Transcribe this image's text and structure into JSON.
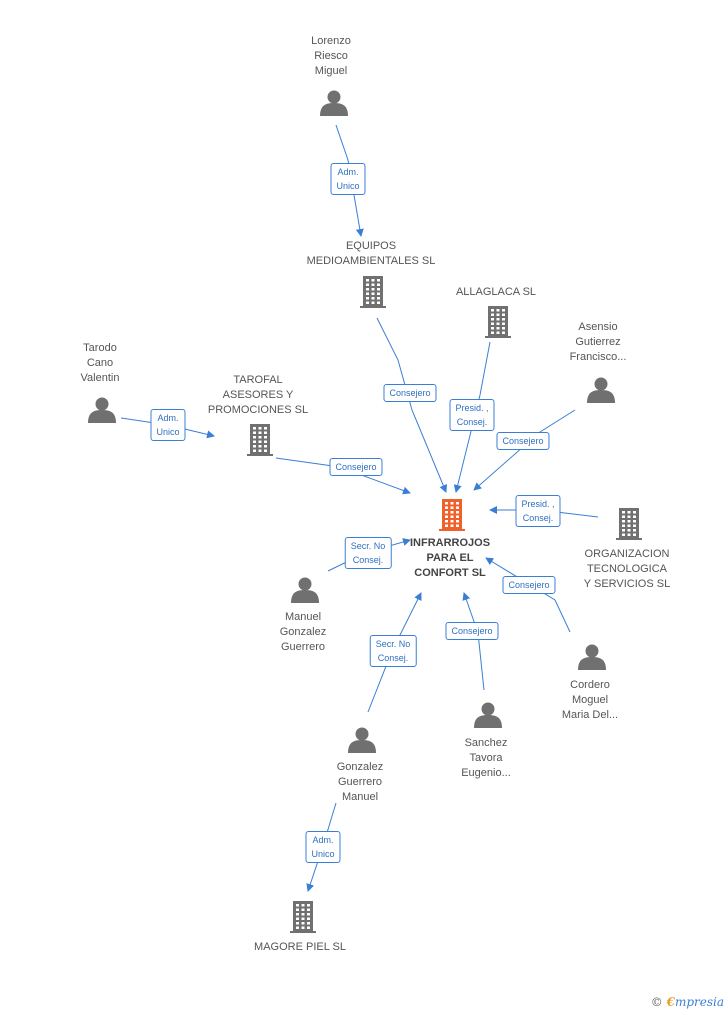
{
  "colors": {
    "edge": "#3a7fd5",
    "icon": "#707070",
    "center_icon": "#f0602a",
    "text": "#555555"
  },
  "nodes": {
    "lorenzo": {
      "type": "person",
      "lines": [
        "Lorenzo",
        "Riesco",
        "Miguel"
      ]
    },
    "equipos": {
      "type": "company",
      "lines": [
        "EQUIPOS",
        "MEDIOAMBIENTALES SL"
      ]
    },
    "allaglaca": {
      "type": "company",
      "lines": [
        "ALLAGLACA  SL"
      ]
    },
    "asensio": {
      "type": "person",
      "lines": [
        "Asensio",
        "Gutierrez",
        "Francisco..."
      ]
    },
    "tarodo": {
      "type": "person",
      "lines": [
        "Tarodo",
        "Cano",
        "Valentin"
      ]
    },
    "tarofal": {
      "type": "company",
      "lines": [
        "TAROFAL",
        "ASESORES Y",
        "PROMOCIONES SL"
      ]
    },
    "center": {
      "type": "company-main",
      "lines": [
        "INFRARROJOS",
        "PARA EL",
        "CONFORT  SL"
      ]
    },
    "organizacion": {
      "type": "company",
      "lines": [
        "ORGANIZACION",
        "TECNOLOGICA",
        "Y SERVICIOS  SL"
      ]
    },
    "manuel": {
      "type": "person",
      "lines": [
        "Manuel",
        "Gonzalez",
        "Guerrero"
      ]
    },
    "cordero": {
      "type": "person",
      "lines": [
        "Cordero",
        "Moguel",
        "Maria Del..."
      ]
    },
    "sanchez": {
      "type": "person",
      "lines": [
        "Sanchez",
        "Tavora",
        "Eugenio..."
      ]
    },
    "gonzalez": {
      "type": "person",
      "lines": [
        "Gonzalez",
        "Guerrero",
        "Manuel"
      ]
    },
    "magore": {
      "type": "company",
      "lines": [
        "MAGORE PIEL SL"
      ]
    }
  },
  "edges": [
    {
      "id": "lorenzo-equipos",
      "lines": [
        "Adm.",
        "Unico"
      ]
    },
    {
      "id": "equipos-center",
      "lines": [
        "Consejero"
      ]
    },
    {
      "id": "allaglaca-center",
      "lines": [
        "Presid. ,",
        "Consej."
      ]
    },
    {
      "id": "asensio-center",
      "lines": [
        "Consejero"
      ]
    },
    {
      "id": "tarodo-tarofal",
      "lines": [
        "Adm.",
        "Unico"
      ]
    },
    {
      "id": "tarofal-center",
      "lines": [
        "Consejero"
      ]
    },
    {
      "id": "organizacion-center",
      "lines": [
        "Presid. ,",
        "Consej."
      ]
    },
    {
      "id": "manuel-center",
      "lines": [
        "Secr.  No",
        "Consej."
      ]
    },
    {
      "id": "cordero-center",
      "lines": [
        "Consejero"
      ]
    },
    {
      "id": "gonzalez-center",
      "lines": [
        "Secr.  No",
        "Consej."
      ]
    },
    {
      "id": "sanchez-center",
      "lines": [
        "Consejero"
      ]
    },
    {
      "id": "gonzalez-magore",
      "lines": [
        "Adm.",
        "Unico"
      ]
    }
  ],
  "footer": {
    "copyright": "©",
    "brand_e": "€",
    "brand": "mpresia"
  }
}
